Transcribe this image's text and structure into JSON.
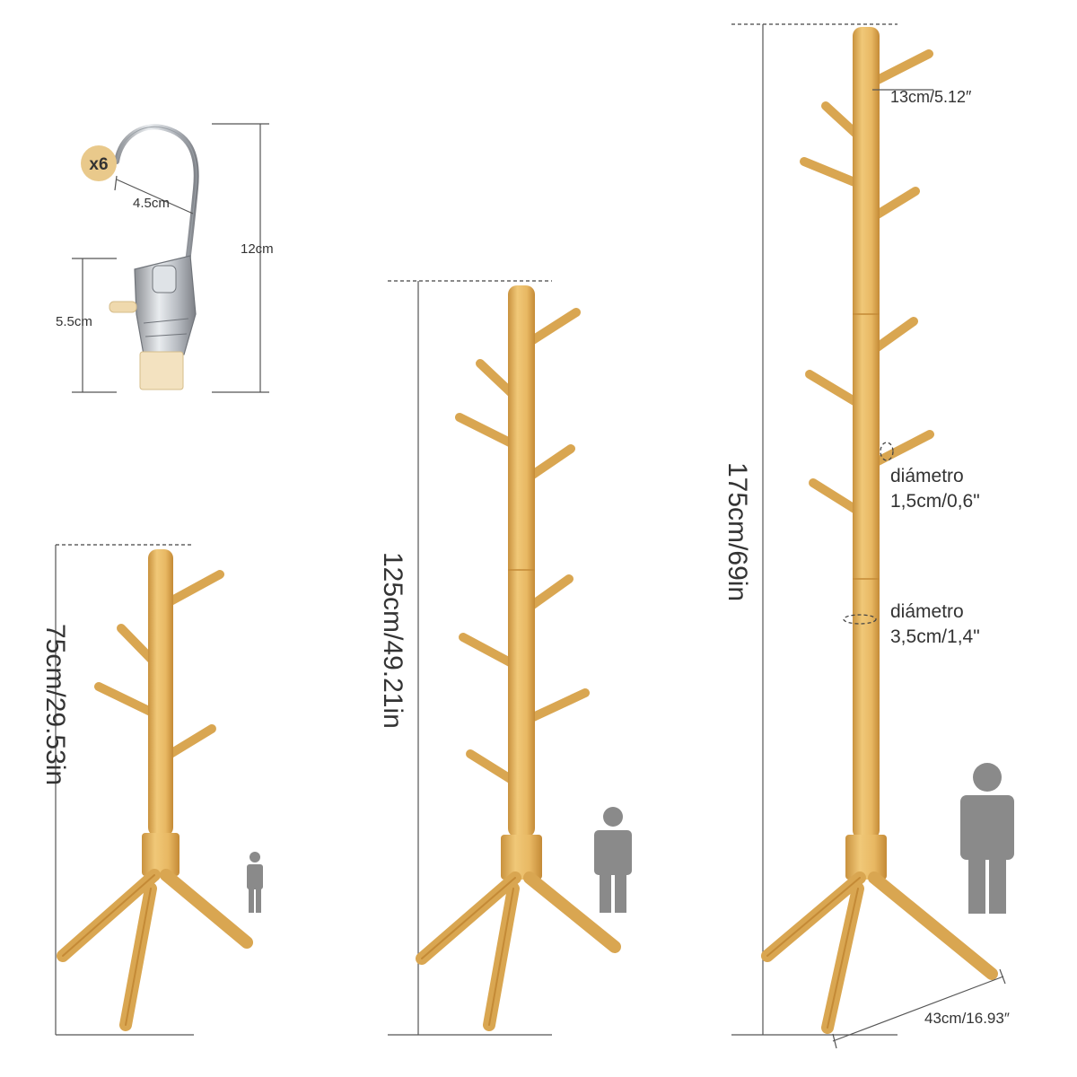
{
  "clip": {
    "count": "x6",
    "hook_width": "4.5cm",
    "total_height": "12cm",
    "clip_height": "5.5cm"
  },
  "stands": [
    {
      "height_label": "75cm/29.53in"
    },
    {
      "height_label": "125cm/49.21in"
    },
    {
      "height_label": "175cm/69in"
    }
  ],
  "annotations": {
    "hook_length": "13cm/5.12″",
    "hook_diameter_title": "diámetro",
    "hook_diameter_value": "1,5cm/0,6\"",
    "pole_diameter_title": "diámetro",
    "pole_diameter_value": "3,5cm/1,4\"",
    "base_width": "43cm/16.93″"
  },
  "colors": {
    "wood": "#e8b863",
    "wood_dark": "#c9923e",
    "person": "#8a8a8a",
    "badge": "#e9c98b"
  },
  "icons": [
    "hook-clip-icon",
    "coat-rack-icon",
    "person-icon"
  ]
}
